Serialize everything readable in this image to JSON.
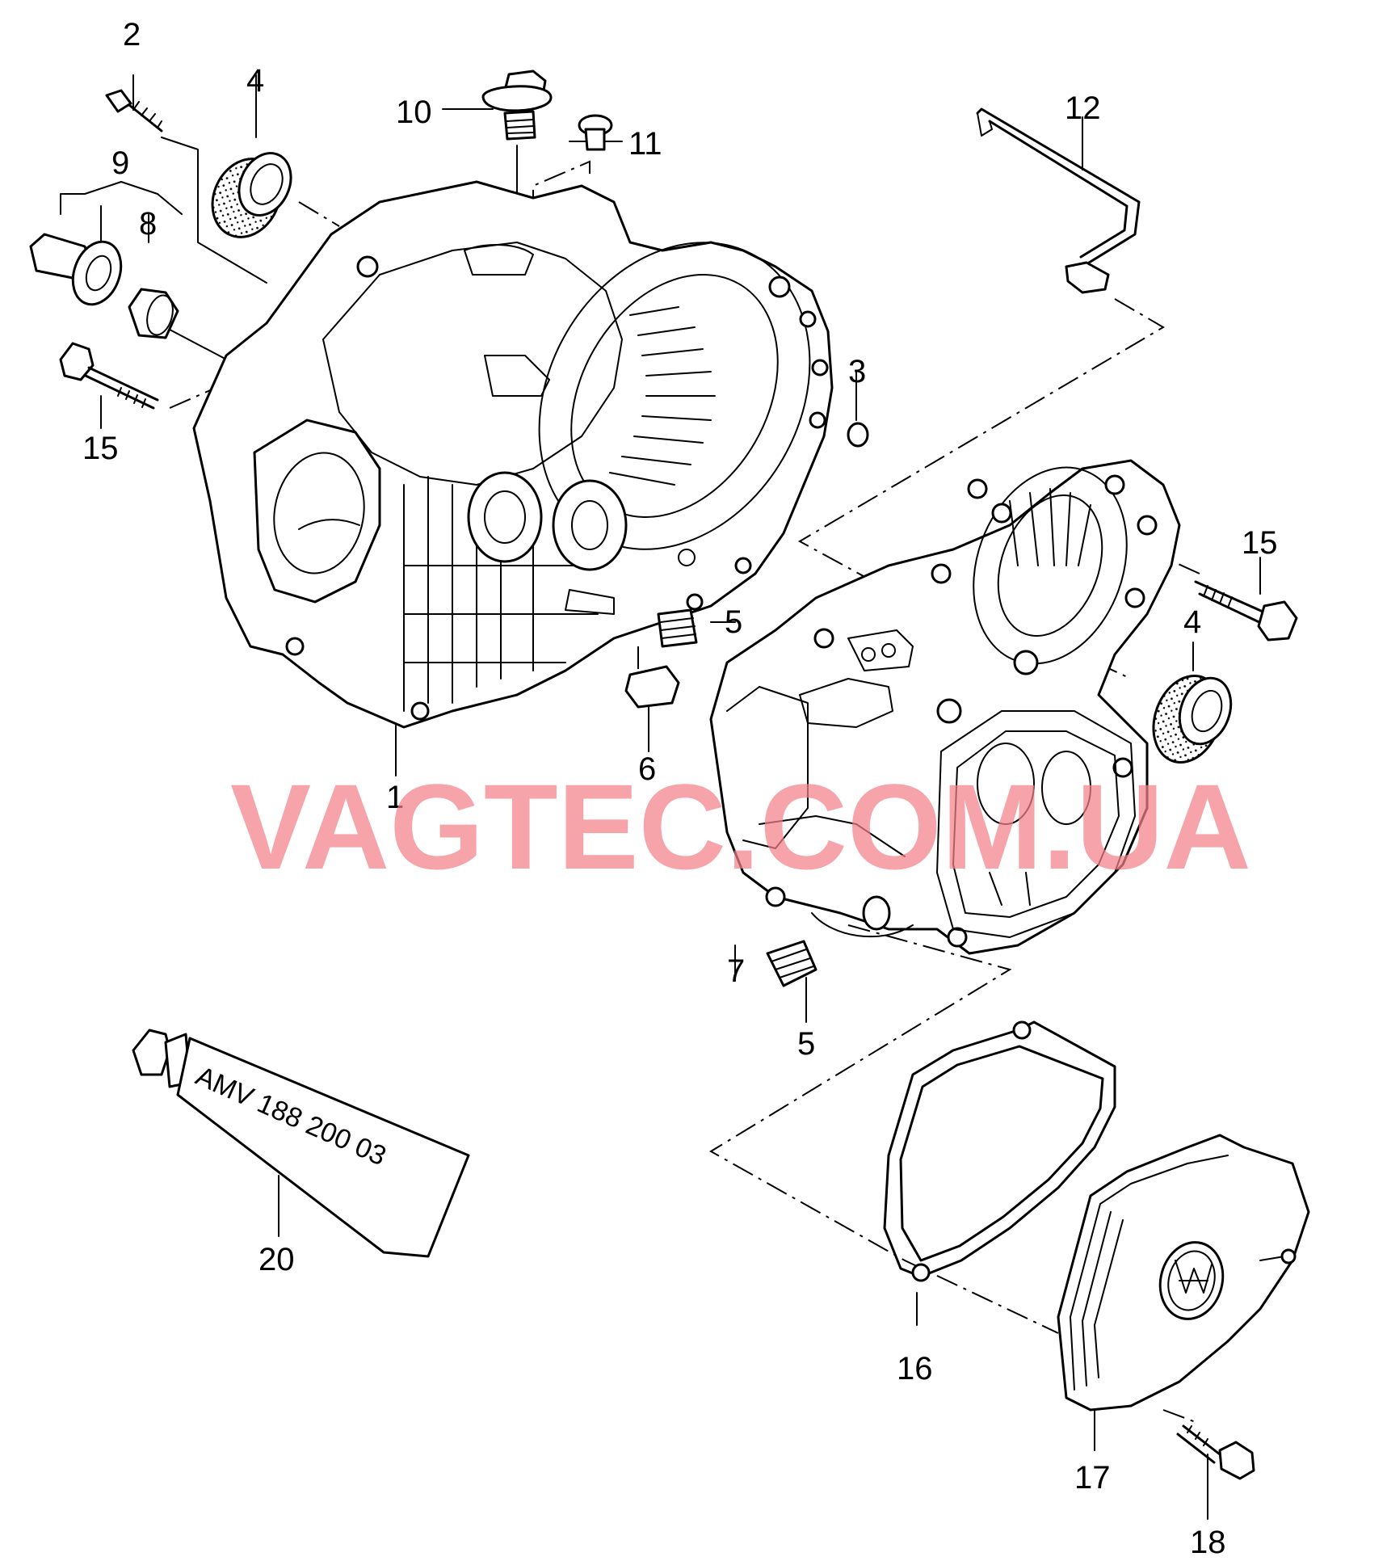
{
  "callouts": [
    {
      "id": "c1",
      "label": "1"
    },
    {
      "id": "c2",
      "label": "2"
    },
    {
      "id": "c3",
      "label": "3"
    },
    {
      "id": "c4a",
      "label": "4"
    },
    {
      "id": "c4b",
      "label": "4"
    },
    {
      "id": "c5a",
      "label": "5"
    },
    {
      "id": "c5b",
      "label": "5"
    },
    {
      "id": "c6",
      "label": "6"
    },
    {
      "id": "c7",
      "label": "7"
    },
    {
      "id": "c8",
      "label": "8"
    },
    {
      "id": "c9",
      "label": "9"
    },
    {
      "id": "c10",
      "label": "10"
    },
    {
      "id": "c11",
      "label": "11"
    },
    {
      "id": "c12",
      "label": "12"
    },
    {
      "id": "c15a",
      "label": "15"
    },
    {
      "id": "c15b",
      "label": "15"
    },
    {
      "id": "c16",
      "label": "16"
    },
    {
      "id": "c17",
      "label": "17"
    },
    {
      "id": "c18",
      "label": "18"
    },
    {
      "id": "c20",
      "label": "20"
    }
  ],
  "tube_text": "AMV  188 200 03",
  "watermark": "VAGTEC.COM.UA",
  "colors": {
    "line": "#000000",
    "watermark": "#f47f89",
    "background": "#ffffff"
  }
}
